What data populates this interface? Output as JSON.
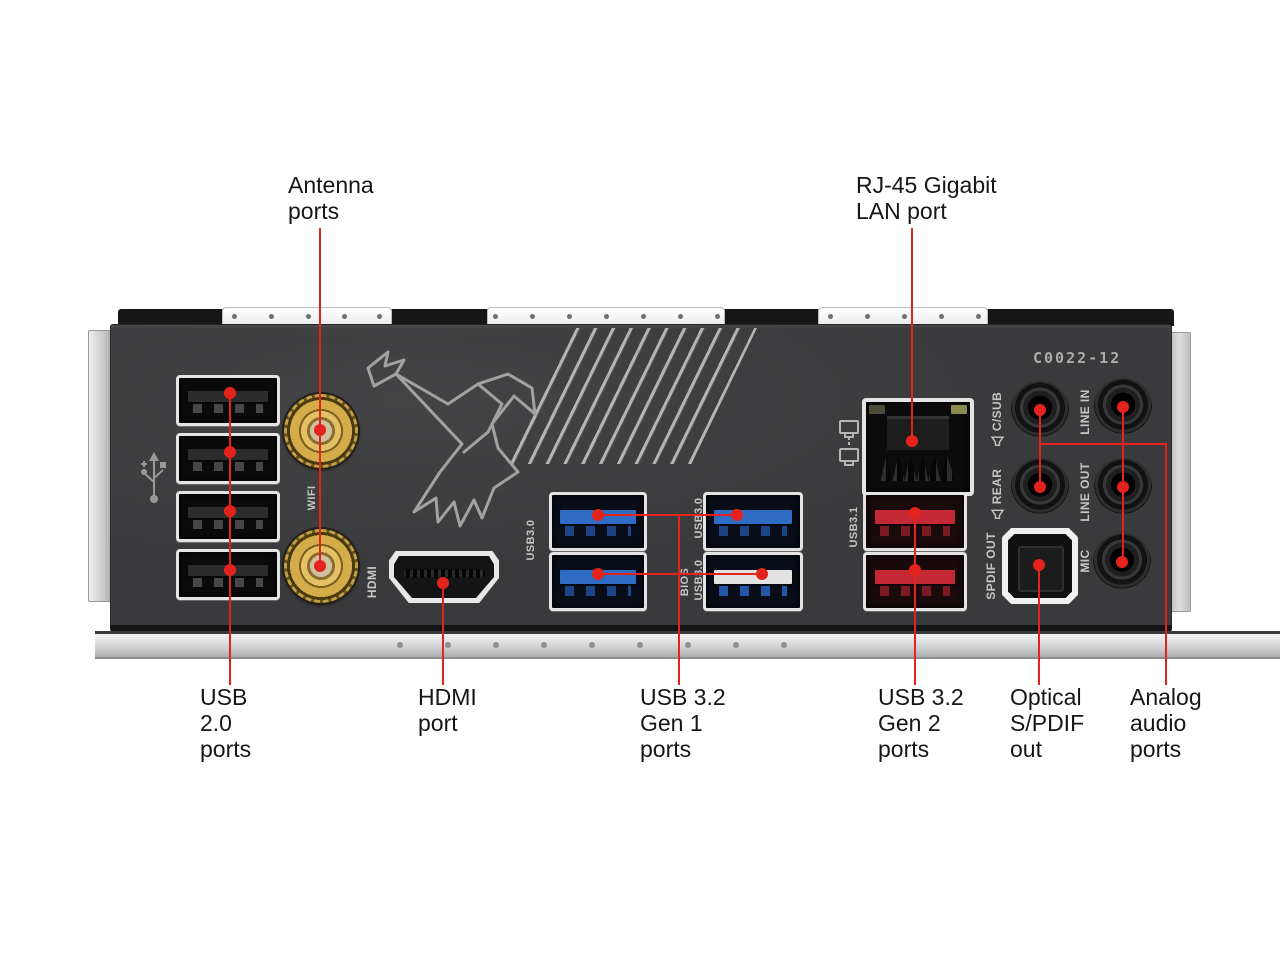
{
  "colors": {
    "callout_red": "#e3231c",
    "panel_dark": "#3a3a3c",
    "usb3_blue": "#2f6cc5",
    "usb32gen2_red": "#c42835",
    "antenna_gold": "#c9a43c"
  },
  "callouts": {
    "antenna": {
      "label": "Antenna\nports"
    },
    "lan": {
      "label": "RJ-45 Gigabit\nLAN port"
    },
    "usb2": {
      "label": "USB\n2.0\nports"
    },
    "hdmi": {
      "label": "HDMI\nport"
    },
    "usb32_gen1": {
      "label": "USB 3.2\nGen 1\nports"
    },
    "usb32_gen2": {
      "label": "USB 3.2\nGen 2\nports"
    },
    "optical": {
      "label": "Optical\nS/PDIF\nout"
    },
    "analog": {
      "label": "Analog\naudio\nports"
    }
  },
  "panel": {
    "board_code": "C0022-12",
    "port_labels": {
      "wifi": "WIFI",
      "hdmi": "HDMI",
      "usb3_left": "USB3.0",
      "usb3_mid_top": "USB3.0",
      "usb3_mid_bottom": "USB3.0",
      "bios": "BIOS",
      "usb31": "USB3.1",
      "spdif": "SPDIF OUT",
      "c_sub": "C/SUB",
      "rear": "REAR",
      "line_in": "LINE IN",
      "line_out": "LINE OUT",
      "mic": "MIC"
    },
    "hardware": [
      {
        "type": "USB 2.0 port",
        "count": 4
      },
      {
        "type": "WIFI antenna connector",
        "count": 2
      },
      {
        "type": "HDMI port",
        "count": 1
      },
      {
        "type": "USB 3.2 Gen 1 port",
        "count": 4
      },
      {
        "type": "RJ-45 LAN port",
        "count": 1
      },
      {
        "type": "USB 3.2 Gen 2 port",
        "count": 2
      },
      {
        "type": "Optical S/PDIF out",
        "count": 1
      },
      {
        "type": "Analog audio jack",
        "count": 5
      }
    ]
  }
}
